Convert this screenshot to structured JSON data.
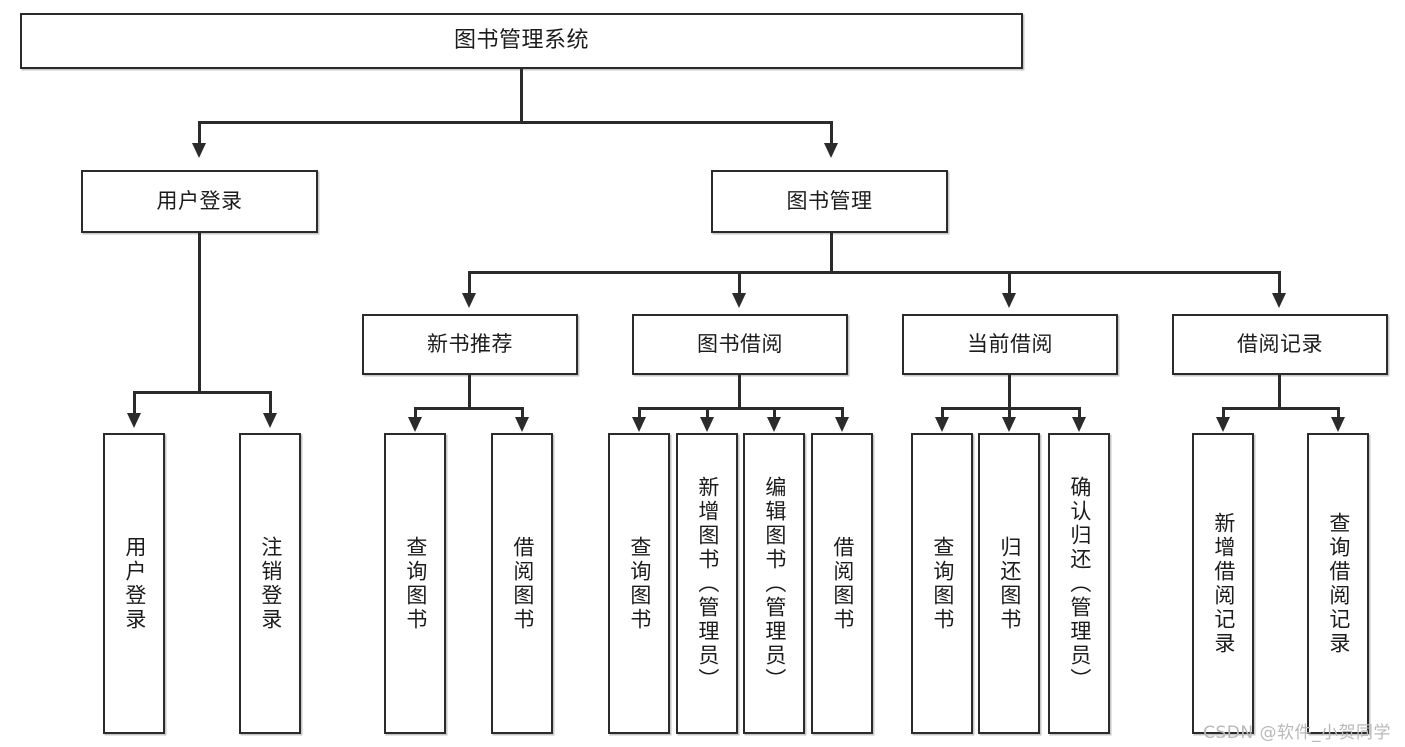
{
  "diagram": {
    "title": "图书管理系统",
    "type": "tree",
    "watermark": "CSDN @软件_小贺同学",
    "colors": {
      "box_border": "#2b2b2b",
      "box_fill": "#ffffff",
      "connector": "#2b2b2b",
      "watermark": "#b9b9b9",
      "background": "#ffffff"
    },
    "root": {
      "label": "图书管理系统"
    },
    "level2": [
      {
        "id": "user-login",
        "label": "用户登录"
      },
      {
        "id": "book-manage",
        "label": "图书管理"
      }
    ],
    "level3": [
      {
        "id": "new-book-rec",
        "label": "新书推荐"
      },
      {
        "id": "book-borrow",
        "label": "图书借阅"
      },
      {
        "id": "current-borrow",
        "label": "当前借阅"
      },
      {
        "id": "borrow-record",
        "label": "借阅记录"
      }
    ],
    "leaves": {
      "user_login": [
        {
          "id": "leaf-user-login",
          "label": "用户登录"
        },
        {
          "id": "leaf-logout",
          "label": "注销登录"
        }
      ],
      "new_book_rec": [
        {
          "id": "leaf-query-book-1",
          "label": "查询图书"
        },
        {
          "id": "leaf-borrow-book-1",
          "label": "借阅图书"
        }
      ],
      "book_borrow": [
        {
          "id": "leaf-query-book-2",
          "label": "查询图书"
        },
        {
          "id": "leaf-add-book",
          "label": "新增图书（管理员）"
        },
        {
          "id": "leaf-edit-book",
          "label": "编辑图书（管理员）"
        },
        {
          "id": "leaf-borrow-book-2",
          "label": "借阅图书"
        }
      ],
      "current_borrow": [
        {
          "id": "leaf-query-book-3",
          "label": "查询图书"
        },
        {
          "id": "leaf-return-book",
          "label": "归还图书"
        },
        {
          "id": "leaf-confirm-return",
          "label": "确认归还（管理员）"
        }
      ],
      "borrow_record": [
        {
          "id": "leaf-add-record",
          "label": "新增借阅记录"
        },
        {
          "id": "leaf-query-record",
          "label": "查询借阅记录"
        }
      ]
    }
  }
}
